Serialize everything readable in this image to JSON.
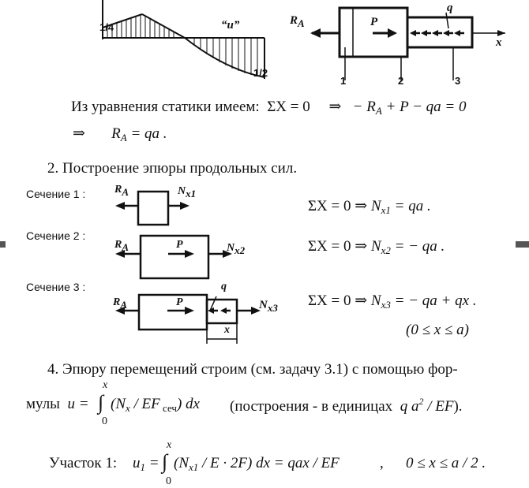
{
  "top_diagram": {
    "quarter_label": "1/4",
    "half_label": "1/2",
    "u_label": "“u”",
    "ra": "R",
    "ra_sub": "A",
    "p": "P",
    "q": "q",
    "x": "x",
    "section_numbers": [
      "1",
      "2",
      "3"
    ]
  },
  "statics_line": {
    "intro": "Из уравнения статики имеем:",
    "sum": "ΣX = 0",
    "implies": "⇒",
    "equation": "− R",
    "equation_sub": "A",
    "equation_rest": " + P − qa = 0"
  },
  "result_line": {
    "implies": "⇒",
    "lhs": "R",
    "lhs_sub": "A",
    "rhs": " = qa ."
  },
  "heading2": "2.  Построение эпюры продольных сил.",
  "sections": [
    {
      "label": "Сечение 1 :",
      "ra": "R",
      "ra_sub": "A",
      "n": "N",
      "n_sub": "x1",
      "eq_left": "ΣX = 0 ⇒ ",
      "eq_n": "N",
      "eq_sub": "x1",
      "eq_right": " = qa ."
    },
    {
      "label": "Сечение 2 :",
      "ra": "R",
      "ra_sub": "A",
      "p": "P",
      "n": "N",
      "n_sub": "x2",
      "eq_left": "ΣX = 0 ⇒ ",
      "eq_n": "N",
      "eq_sub": "x2",
      "eq_right": " = − qa ."
    },
    {
      "label": "Сечение 3 :",
      "ra": "R",
      "ra_sub": "A",
      "p": "P",
      "q": "q",
      "n": "N",
      "n_sub": "x3",
      "x": "x",
      "eq_left": "ΣX = 0 ⇒ ",
      "eq_n": "N",
      "eq_sub": "x3",
      "eq_right": " = − qa + qx .",
      "range": "(0 ≤ x ≤ a)"
    }
  ],
  "para4": {
    "line1": "4. Эпюру перемещений строим (см. задачу 3.1) с помощью фор-",
    "line2_start": "мулы",
    "formula_lhs": "u =",
    "int_upper": "x",
    "int_lower": "0",
    "integral": "∫",
    "integrand_a": "(N",
    "integrand_sub": "x",
    "integrand_b": " / EF",
    "integrand_sec": " сеч",
    "integrand_c": ") dx",
    "tail": "(построения - в единицах",
    "units_a": "q a",
    "units_sup": "2",
    "units_b": " / EF",
    "units_close": ")."
  },
  "part1": {
    "label": "Участок 1:",
    "u": "u",
    "u_sub": "1",
    "eq": " =",
    "int_upper": "x",
    "int_lower": "0",
    "integral": "∫",
    "integrand_a": "(N",
    "integrand_sub": "x1",
    "integrand_b": " / E · 2F) dx = qax / EF",
    "sep": ",",
    "range": "0 ≤ x ≤ a / 2 ."
  }
}
